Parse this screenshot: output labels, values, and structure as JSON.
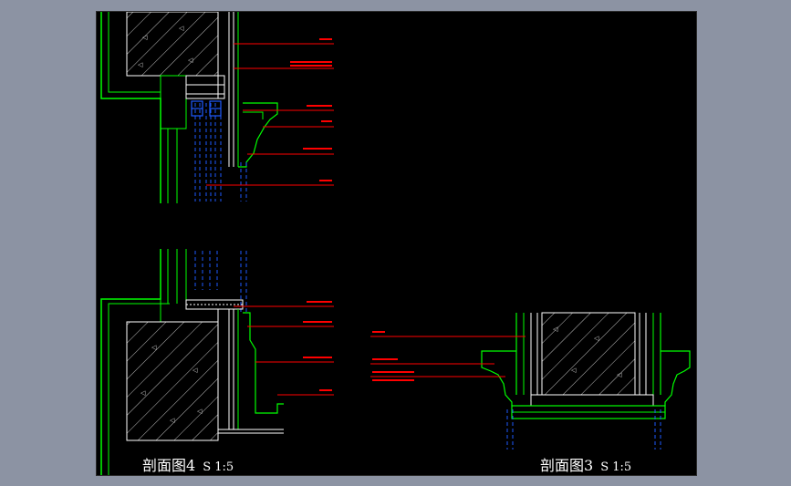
{
  "titles": {
    "left": {
      "main": "剖面图4",
      "scale": "S 1:5"
    },
    "right": {
      "main": "剖面图3",
      "scale": "S 1:5"
    }
  },
  "colors": {
    "background": "#000000",
    "outline": "#00ff00",
    "hidden": "#1e5aff",
    "leader": "#ff0000",
    "hatch": "#cfcfcf",
    "structure": "#ffffff"
  }
}
